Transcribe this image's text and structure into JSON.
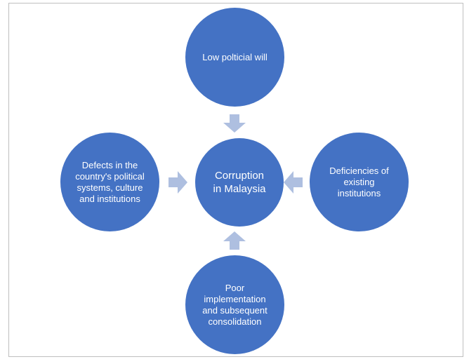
{
  "diagram": {
    "center": "Corruption\nin Malaysia",
    "causes": {
      "top": "Low polticial will",
      "left": "Defects in the\ncountry's political\nsystems, culture\nand institutions",
      "right": "Deficiencies of\nexisting\ninstitutions",
      "bottom": "Poor\nimplementation\nand subsequent\nconsolidation"
    },
    "colors": {
      "node": "#4472c4",
      "arrow": "#aebfe0",
      "border": "#bfbfbf"
    }
  }
}
